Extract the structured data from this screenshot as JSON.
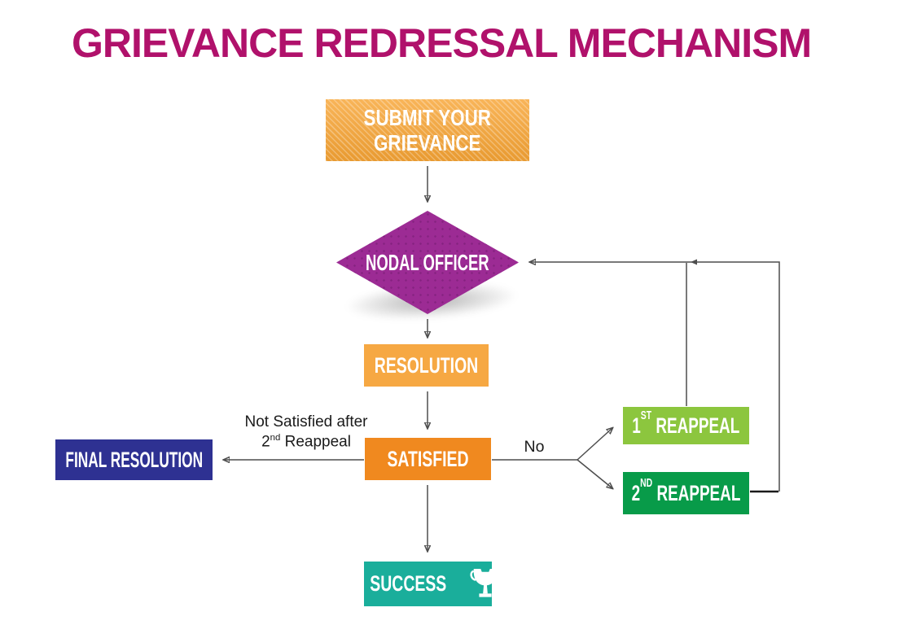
{
  "title": {
    "text": "GRIEVANCE REDRESSAL MECHANISM"
  },
  "colors": {
    "title": "#b0116b",
    "connector": "#4d4d4d",
    "connector_dark": "#1a1a1a",
    "node_text": "#ffffff",
    "edge_label_text": "#1a1a1a",
    "submit_bg": "#f7a434",
    "nodal_officer_bg": "#9c2b94",
    "resolution_bg": "#f6a843",
    "satisfied_bg": "#f0891f",
    "final_resolution_bg": "#2e3192",
    "first_reappeal_bg": "#8cc63e",
    "second_reappeal_bg": "#089b49",
    "success_bg": "#1aae9b"
  },
  "nodes": {
    "submit": {
      "line1": "SUBMIT YOUR",
      "line2": "GRIEVANCE"
    },
    "nodal_officer": {
      "label": "NODAL OFFICER"
    },
    "resolution": {
      "label": "RESOLUTION"
    },
    "satisfied": {
      "label": "SATISFIED"
    },
    "final_resolution": {
      "label": "FINAL RESOLUTION"
    },
    "first_reappeal": {
      "number": "1",
      "ordinal": "ST",
      "rest": " REAPPEAL"
    },
    "second_reappeal": {
      "number": "2",
      "ordinal": "ND",
      "rest": " REAPPEAL"
    },
    "success": {
      "label": "SUCCESS",
      "icon": "trophy-icon"
    }
  },
  "edge_labels": {
    "no": "No",
    "not_satisfied_line1": "Not Satisfied after",
    "not_satisfied_number": "2",
    "not_satisfied_ordinal": "nd",
    "not_satisfied_rest": " Reappeal"
  }
}
